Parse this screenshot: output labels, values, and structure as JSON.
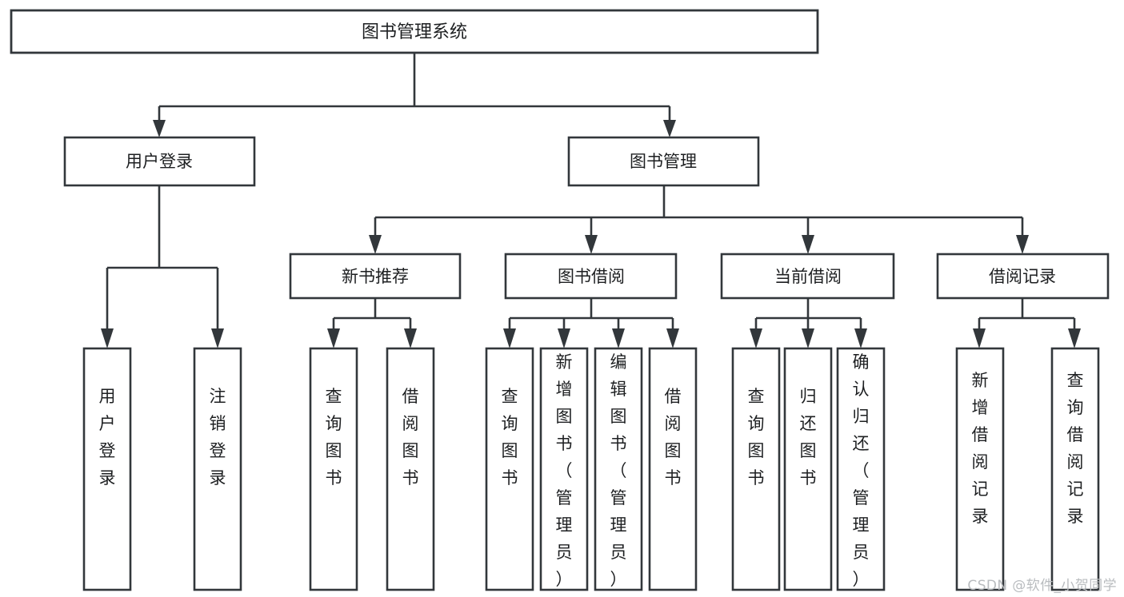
{
  "diagram": {
    "title": "图书管理系统",
    "type": "tree-structure-chart",
    "orientation": "top-down",
    "colors": {
      "box_stroke": "#32373b",
      "box_fill": "#ffffff",
      "connector": "#32373b",
      "text": "#1d1f21",
      "background": "#ffffff",
      "watermark": "#b9bcbf"
    },
    "root": {
      "label": "图书管理系统"
    },
    "level2": [
      {
        "id": "user-login",
        "label": "用户登录"
      },
      {
        "id": "book-management",
        "label": "图书管理"
      }
    ],
    "level3": [
      {
        "id": "new-book-recommend",
        "label": "新书推荐",
        "parent": "book-management"
      },
      {
        "id": "book-borrow",
        "label": "图书借阅",
        "parent": "book-management"
      },
      {
        "id": "current-borrow",
        "label": "当前借阅",
        "parent": "book-management"
      },
      {
        "id": "borrow-record",
        "label": "借阅记录",
        "parent": "book-management"
      }
    ],
    "leaves": {
      "user-login": [
        {
          "id": "leaf-user-login",
          "label": "用户登录"
        },
        {
          "id": "leaf-logout-login",
          "label": "注销登录"
        }
      ],
      "new-book-recommend": [
        {
          "id": "leaf-query-book-1",
          "label": "查询图书"
        },
        {
          "id": "leaf-borrow-book-1",
          "label": "借阅图书"
        }
      ],
      "book-borrow": [
        {
          "id": "leaf-query-book-2",
          "label": "查询图书"
        },
        {
          "id": "leaf-add-book",
          "label": "新增图书（管理员）"
        },
        {
          "id": "leaf-edit-book",
          "label": "编辑图书（管理员）"
        },
        {
          "id": "leaf-borrow-book-2",
          "label": "借阅图书"
        }
      ],
      "current-borrow": [
        {
          "id": "leaf-query-book-3",
          "label": "查询图书"
        },
        {
          "id": "leaf-return-book",
          "label": "归还图书"
        },
        {
          "id": "leaf-confirm-return",
          "label": "确认归还（管理员）"
        }
      ],
      "borrow-record": [
        {
          "id": "leaf-add-record",
          "label": "新增借阅记录"
        },
        {
          "id": "leaf-query-record",
          "label": "查询借阅记录"
        }
      ]
    }
  },
  "watermark": {
    "text": "CSDN @软件_小贺同学"
  }
}
